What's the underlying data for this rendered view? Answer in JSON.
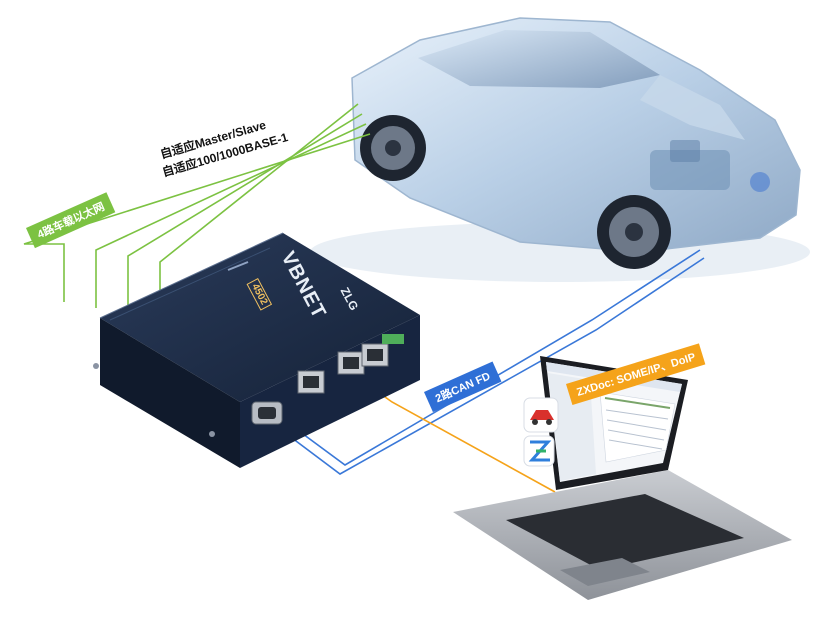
{
  "callouts": {
    "ethernet_features_line1": "自适应Master/Slave",
    "ethernet_features_line2": "自适应100/1000BASE-1",
    "ethernet_channels": "4路车载以太网",
    "can_channels": "2路CAN FD",
    "software": "ZXDoc: SOME/IP、DoIP"
  },
  "device": {
    "brand": "VBNET",
    "model": "4502",
    "maker": "ZLG"
  },
  "colors": {
    "ethernet_lines": "#7cc242",
    "can_lines": "#3a78d8",
    "software_line": "#f5a31a",
    "device_body": "#1d2b44"
  }
}
